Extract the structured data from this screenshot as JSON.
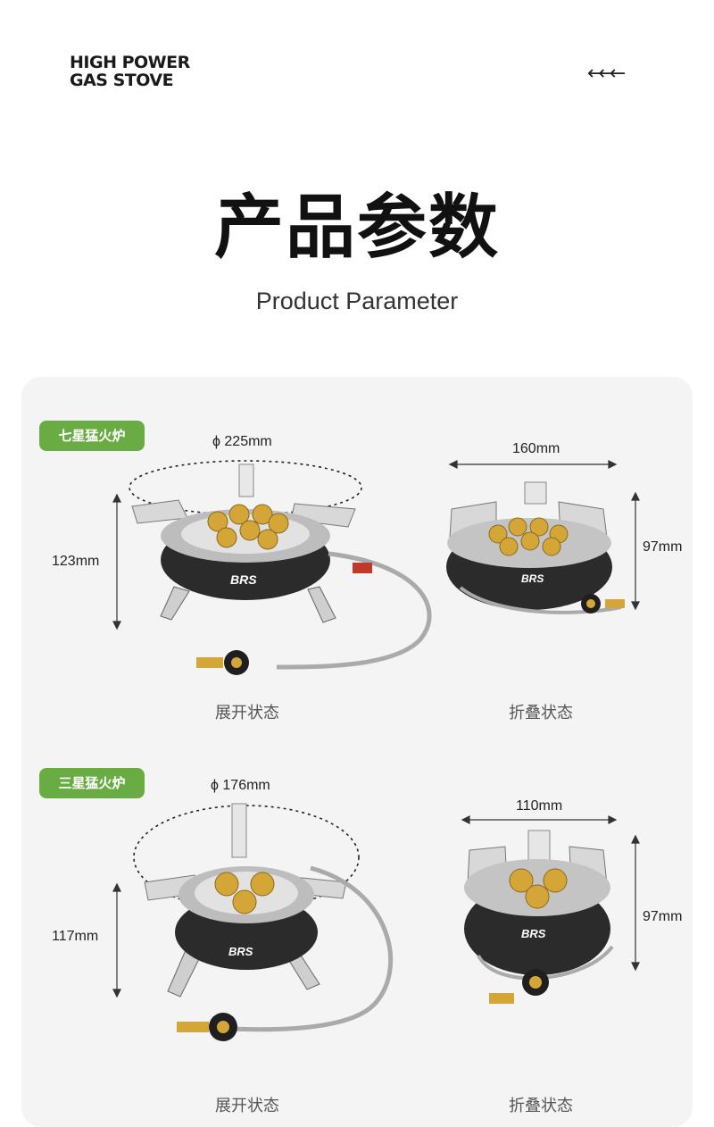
{
  "header": {
    "brand_line1": "HIGH POWER",
    "brand_line2": "GAS STOVE",
    "arrows": "←←←"
  },
  "title": {
    "cn": "产品参数",
    "en": "Product Parameter"
  },
  "sections": [
    {
      "tag": "七星猛火炉",
      "diameter": "ϕ 225mm",
      "height_open": "123mm",
      "width_folded": "160mm",
      "height_folded": "97mm",
      "state_open": "展开状态",
      "state_folded": "折叠状态",
      "brand_mark": "BRS"
    },
    {
      "tag": "三星猛火炉",
      "diameter": "ϕ 176mm",
      "height_open": "117mm",
      "width_folded": "110mm",
      "height_folded": "97mm",
      "state_open": "展开状态",
      "state_folded": "折叠状态",
      "brand_mark": "BRS"
    }
  ],
  "colors": {
    "tag_green": "#6aac44",
    "card_bg": "#f4f4f4",
    "brass": "#d4a637",
    "body_black": "#2b2b2b"
  }
}
